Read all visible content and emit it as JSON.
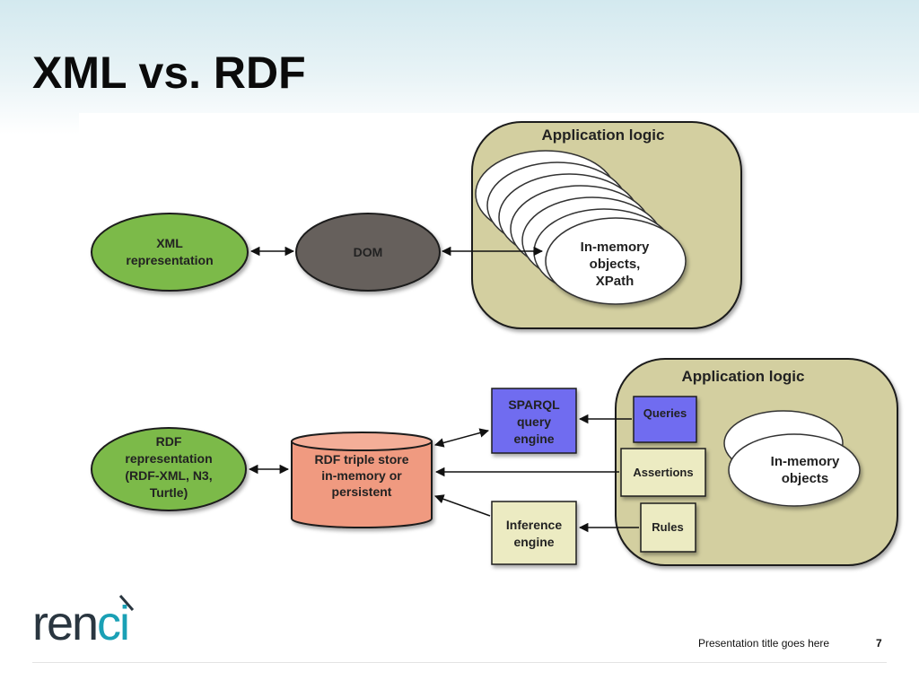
{
  "slide": {
    "title": "XML vs. RDF",
    "footer_text": "Presentation title goes here",
    "page_number": "7"
  },
  "logo": {
    "text_dark": "ren",
    "text_teal": "ci"
  },
  "top_diagram": {
    "xml_node": [
      "XML",
      "representation"
    ],
    "dom_node": [
      "DOM"
    ],
    "app_logic_title": "Application logic",
    "memory_objects": [
      "In-memory",
      "objects,",
      "XPath"
    ]
  },
  "bottom_diagram": {
    "rdf_node": [
      "RDF",
      "representation",
      "(RDF-XML, N3,",
      "Turtle)"
    ],
    "triple_store": [
      "RDF triple store",
      "in-memory or",
      "persistent"
    ],
    "sparql_engine": [
      "SPARQL",
      "query",
      "engine"
    ],
    "inference_engine": [
      "Inference",
      "engine"
    ],
    "app_logic_title": "Application logic",
    "queries": "Queries",
    "assertions": "Assertions",
    "rules": "Rules",
    "memory_objects": [
      "In-memory",
      "objects"
    ]
  },
  "colors": {
    "green_node": "#7cba4a",
    "dom_node": "#66605b",
    "app_logic_fill": "#d3cfa0",
    "triple_store": "#f09a80",
    "sparql": "#6f6cf0",
    "light_box": "#ecebc2",
    "header_tint": "#d3e9ef",
    "logo_teal": "#1aa0b5"
  }
}
